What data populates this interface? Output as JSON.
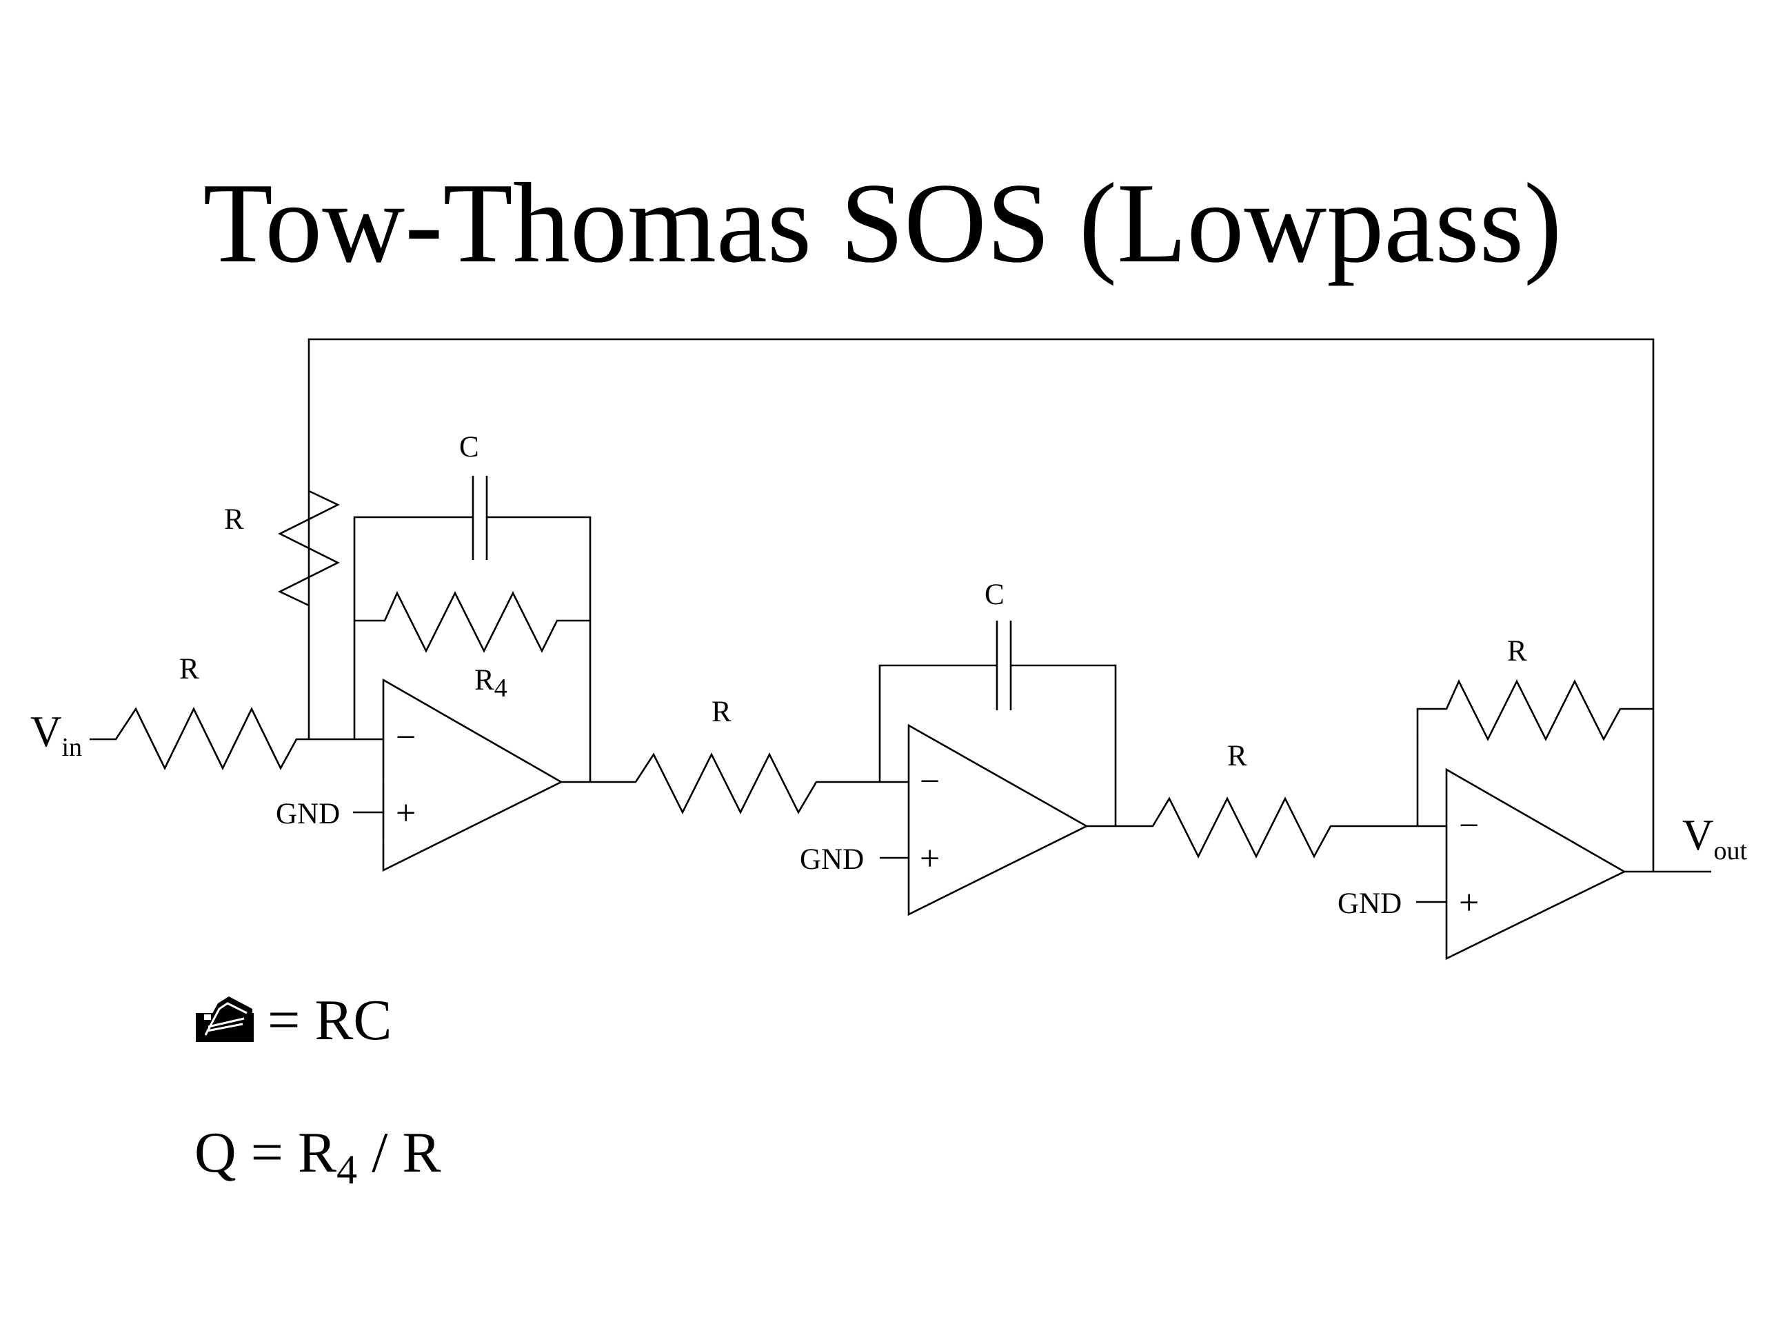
{
  "slide": {
    "title": "Tow-Thomas SOS (Lowpass)"
  },
  "circuit": {
    "labels": {
      "vin": "V",
      "vin_sub": "in",
      "vout": "V",
      "vout_sub": "out",
      "r_feedback": "R",
      "r_input": "R",
      "c1": "C",
      "r4": "R",
      "r4_sub": "4",
      "r_stage2": "R",
      "c2": "C",
      "r_stage3": "R",
      "r_stage3_feedback": "R",
      "gnd": "GND",
      "minus": "−",
      "plus": "+"
    }
  },
  "equations": {
    "tau_symbol_icon": "tau-glyph-icon",
    "tau_rhs": "= RC",
    "q_lhs": "Q = R",
    "q_sub": "4",
    "q_rhs": " / R"
  }
}
